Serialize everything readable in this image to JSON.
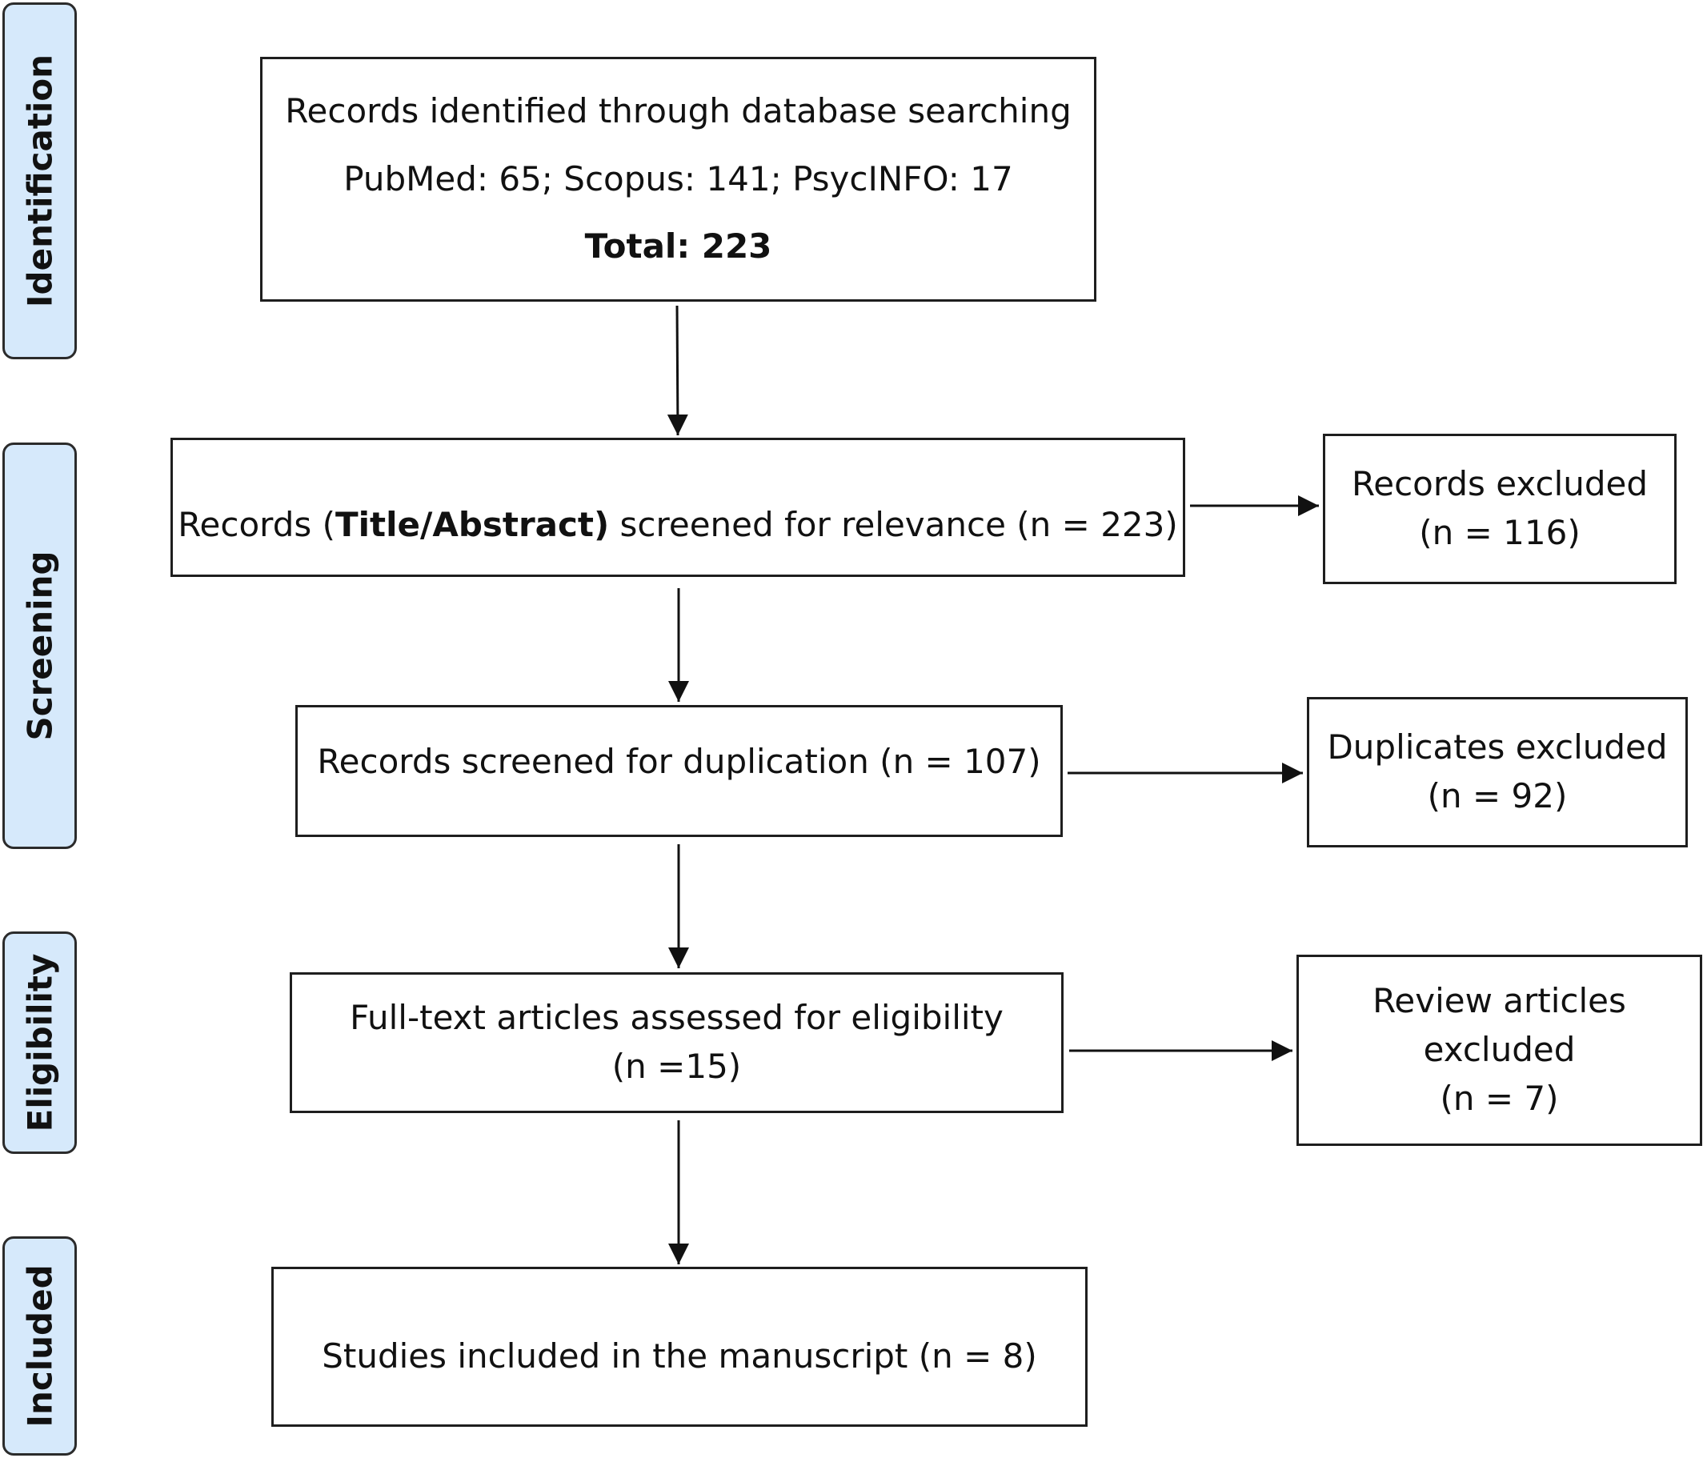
{
  "colors": {
    "stage_fill": "#d6e9fb",
    "border": "#1e1e1e",
    "arrow": "#111111"
  },
  "stages": {
    "identification": "Identification",
    "screening": "Screening",
    "eligibility": "Eligibility",
    "included": "Included"
  },
  "boxes": {
    "identified": {
      "line1": "Records identified through database searching",
      "line2": "PubMed: 65; Scopus: 141; PsycINFO: 17",
      "total": "Total: 223"
    },
    "title_abstract": {
      "prefix": "Records (",
      "bold": "Title/Abstract)",
      "suffix": " screened for relevance (n = 223)"
    },
    "records_excluded": {
      "line1": "Records excluded",
      "line2": "(n = 116)"
    },
    "duplication": {
      "line1": "Records screened for duplication (n = 107)"
    },
    "duplicates_excluded": {
      "line1": "Duplicates excluded",
      "line2": "(n = 92)"
    },
    "full_text": {
      "line1": "Full-text articles assessed for eligibility",
      "line2": "(n =15)"
    },
    "review_excluded": {
      "line1": "Review articles",
      "line2": "excluded",
      "line3": "(n = 7)"
    },
    "included": {
      "line1": "Studies included in the manuscript (n = 8)"
    }
  }
}
